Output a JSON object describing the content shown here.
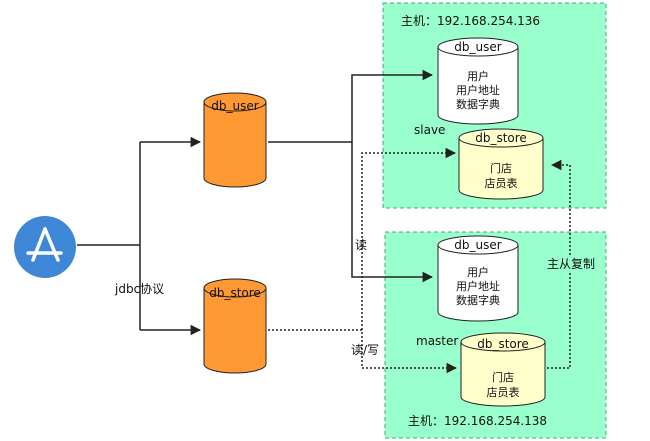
{
  "colors": {
    "host_box_fill": "#99ffcc",
    "host_box_border": "#44aa77",
    "logical_db_fill": "#ff9933",
    "logical_db_stroke": "#222222",
    "physical_user_fill": "#ffffff",
    "physical_store_fill": "#ffffcc",
    "app_icon_blue": "#3d87d6",
    "line": "#222222"
  },
  "app": {
    "icon": "app-store-icon"
  },
  "connection_label": "jdbc协议",
  "logical_dbs": {
    "user": {
      "name": "db_user"
    },
    "store": {
      "name": "db_store"
    }
  },
  "slave_host": {
    "host_label": "主机：192.168.254.136",
    "role": "slave",
    "db_user": {
      "name": "db_user",
      "tables": [
        "用户",
        "用户地址",
        "数据字典"
      ]
    },
    "db_store": {
      "name": "db_store",
      "tables": [
        "门店",
        "店员表"
      ]
    }
  },
  "master_host": {
    "host_label": "主机：192.168.254.138",
    "role": "master",
    "db_user": {
      "name": "db_user",
      "tables": [
        "用户",
        "用户地址",
        "数据字典"
      ]
    },
    "db_store": {
      "name": "db_store",
      "tables": [
        "门店",
        "店员表"
      ]
    }
  },
  "edge_labels": {
    "read": "读",
    "read_write": "读/写",
    "replication": "主从复制"
  }
}
